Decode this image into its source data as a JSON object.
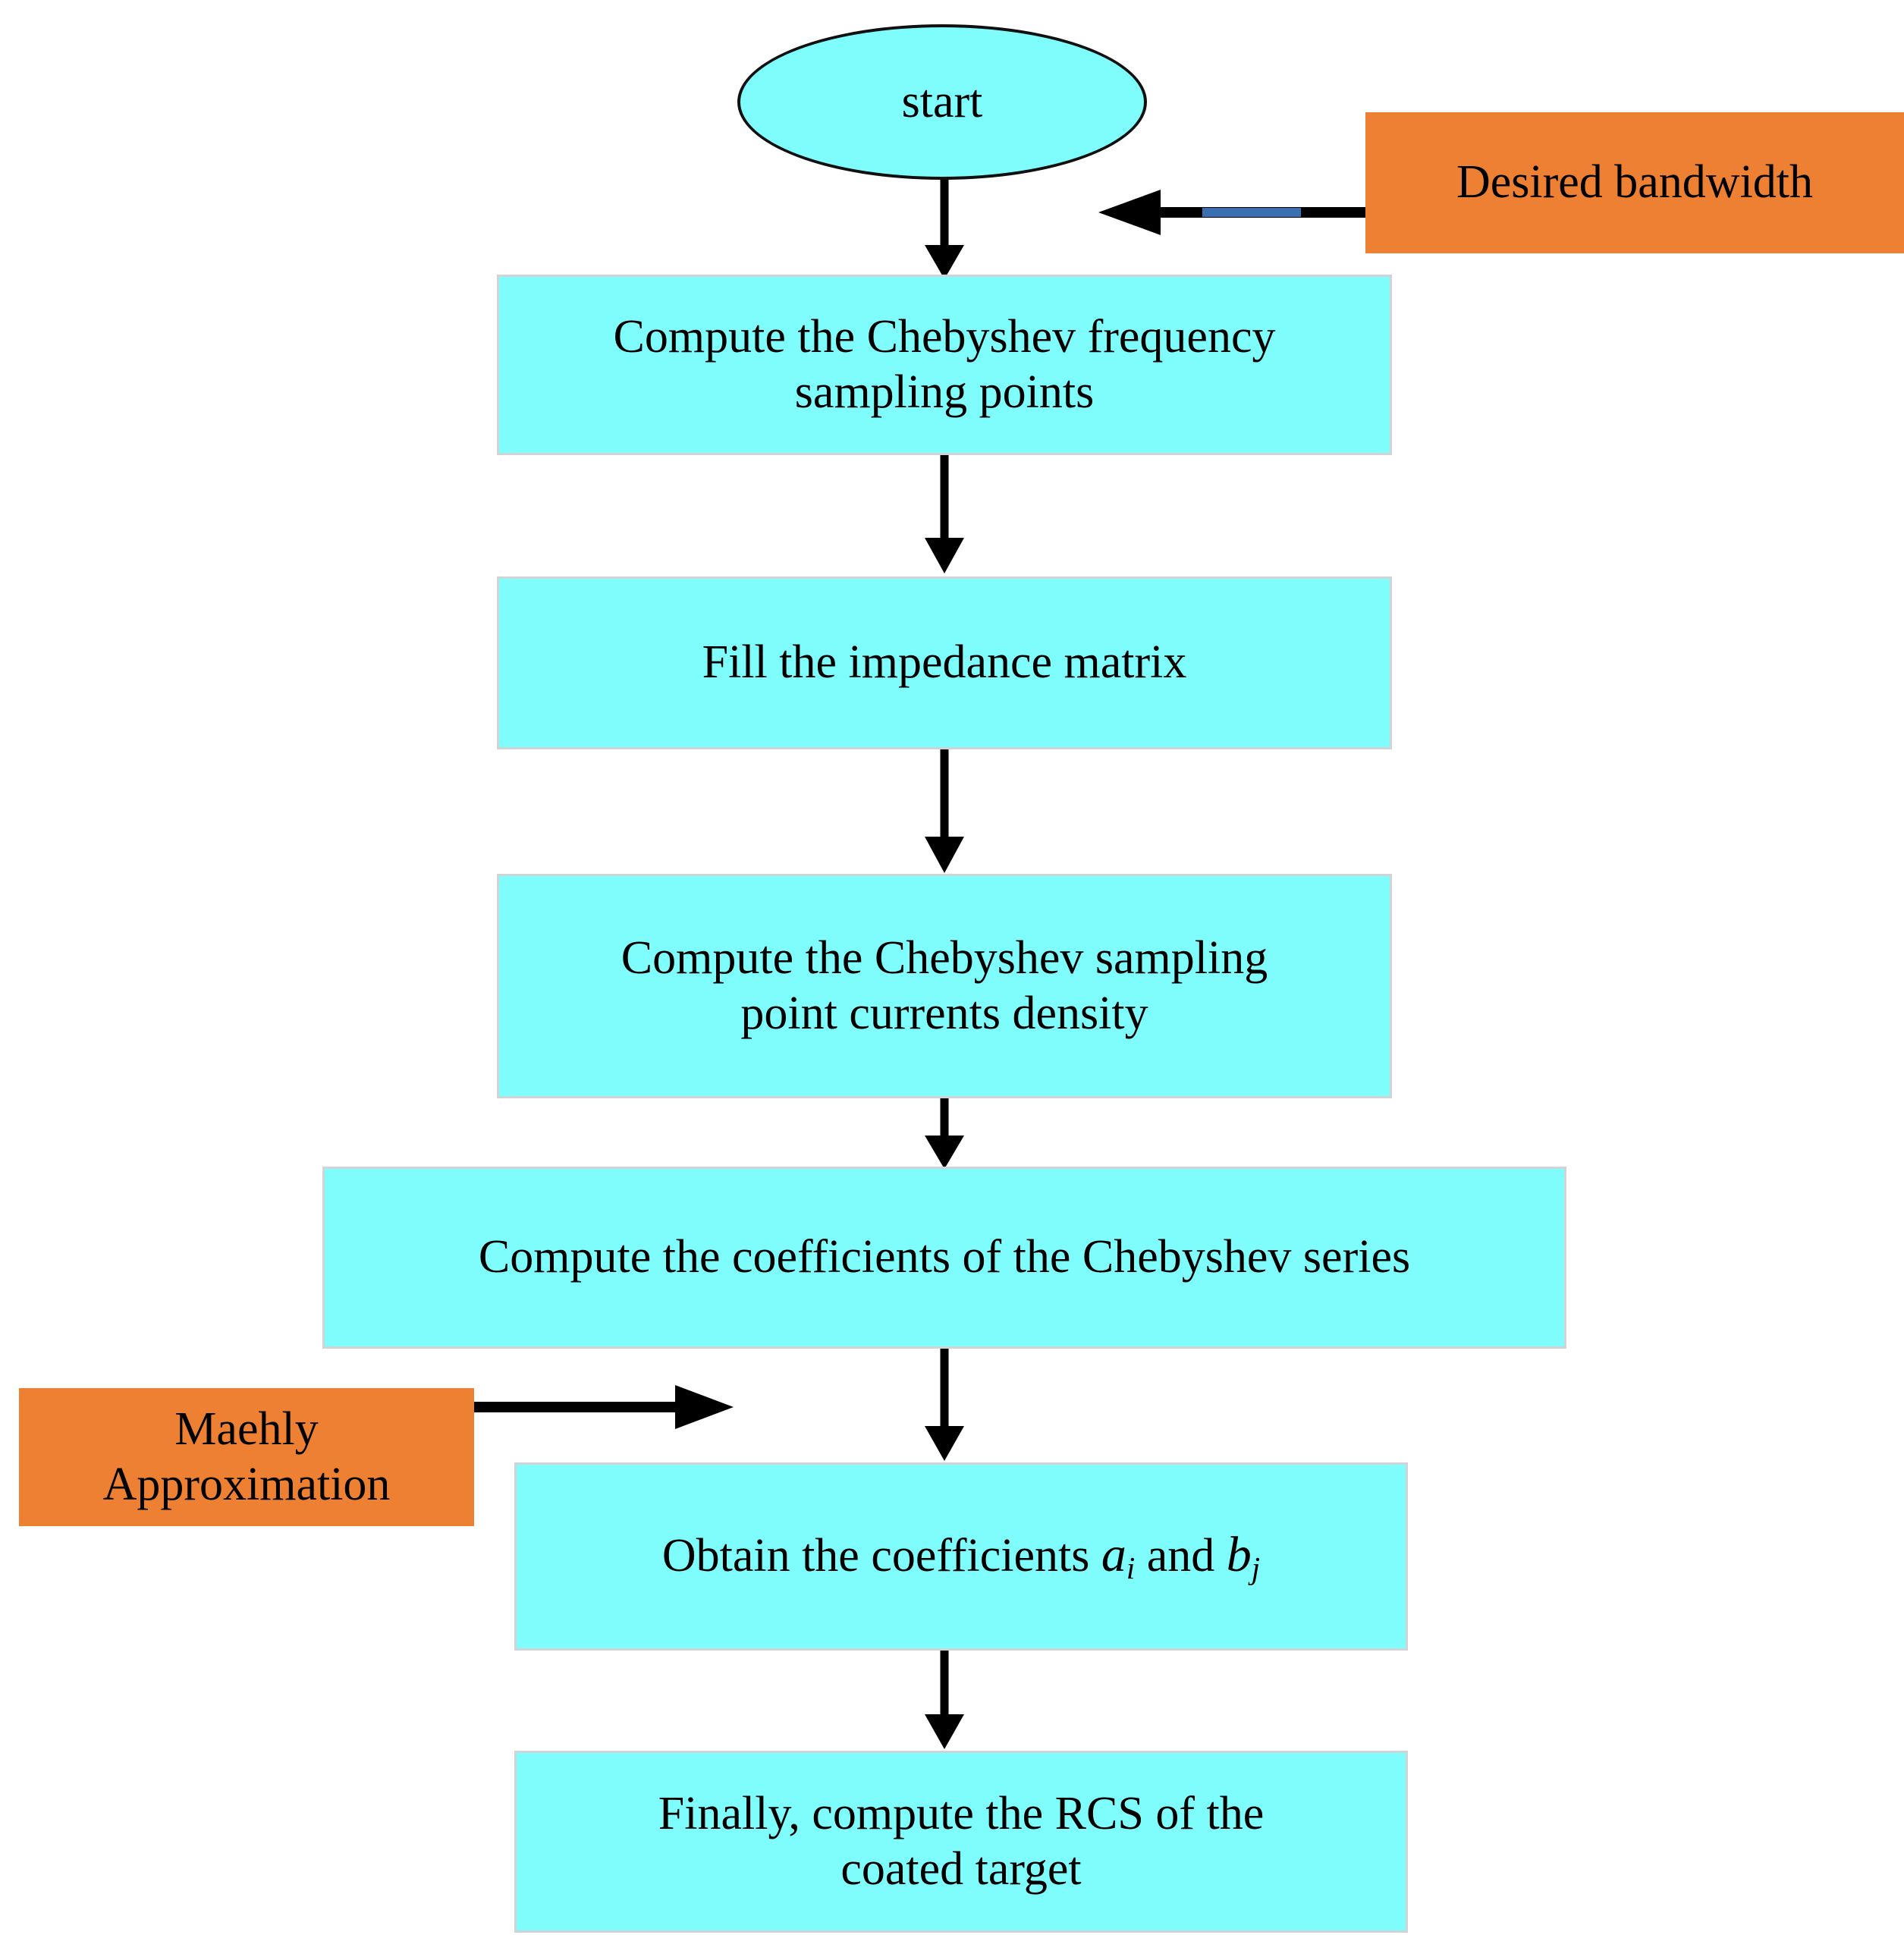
{
  "diagram": {
    "type": "flowchart",
    "title": "",
    "colors": {
      "process_fill": "#7FFDFD",
      "process_border": "#D0D4D6",
      "input_fill": "#ED8033",
      "terminal_fill": "#7FFDFD",
      "terminal_border": "#101010",
      "connector": "#000000",
      "connector_highlight": "#3B6FB0"
    },
    "nodes": {
      "start": {
        "label": "start",
        "shape": "ellipse",
        "role": "terminal"
      },
      "desired_bandwidth": {
        "label": "Desired bandwidth",
        "shape": "rectangle",
        "role": "input"
      },
      "chebyshev_freq": {
        "line1": "Compute the Chebyshev frequency",
        "line2": "sampling points",
        "shape": "rectangle",
        "role": "process"
      },
      "fill_impedance": {
        "label": "Fill  the impedance matrix",
        "shape": "rectangle",
        "role": "process"
      },
      "currents_density": {
        "line1": "Compute the Chebyshev sampling",
        "line2": "point currents density",
        "shape": "rectangle",
        "role": "process"
      },
      "series_coefficients": {
        "label": "Compute the coefficients of the Chebyshev series",
        "shape": "rectangle",
        "role": "process"
      },
      "maehly": {
        "line1": "Maehly",
        "line2": "Approximation",
        "shape": "rectangle",
        "role": "input"
      },
      "obtain_coefficients": {
        "prefix": "Obtain the coefficients ",
        "sym_a": "a",
        "sub_i": "i",
        "joiner": " and ",
        "sym_b": "b",
        "sub_j": "j",
        "shape": "rectangle",
        "role": "process"
      },
      "final_rcs": {
        "line1": "Finally, compute the RCS of the",
        "line2": "coated target",
        "shape": "rectangle",
        "role": "process"
      }
    },
    "edges": [
      {
        "from": "start",
        "to": "chebyshev_freq",
        "direction": "down"
      },
      {
        "from": "desired_bandwidth",
        "to": "start-to-chebyshev-edge",
        "direction": "left"
      },
      {
        "from": "chebyshev_freq",
        "to": "fill_impedance",
        "direction": "down"
      },
      {
        "from": "fill_impedance",
        "to": "currents_density",
        "direction": "down"
      },
      {
        "from": "currents_density",
        "to": "series_coefficients",
        "direction": "down"
      },
      {
        "from": "series_coefficients",
        "to": "obtain_coefficients",
        "direction": "down"
      },
      {
        "from": "maehly",
        "to": "series-to-obtain-edge",
        "direction": "right"
      },
      {
        "from": "obtain_coefficients",
        "to": "final_rcs",
        "direction": "down"
      }
    ]
  }
}
